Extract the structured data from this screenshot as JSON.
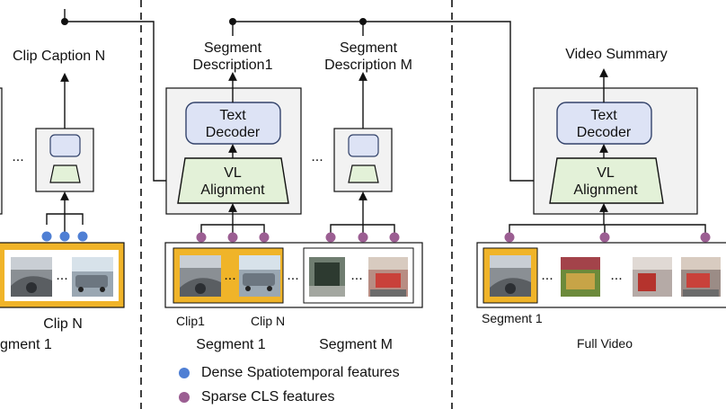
{
  "colors": {
    "dense": "#4f7fd4",
    "sparse": "#9b5e92",
    "decoder_fill": "#dde3f5",
    "decoder_stroke": "#33436b",
    "align_fill": "#e3f1d8",
    "module_fill": "#f2f2f2",
    "highlight": "#f0b429"
  },
  "labels": {
    "clip_caption": "Clip Caption N",
    "clip_n": "Clip N",
    "segment_1_cut": "gment 1",
    "seg_desc_1": "Segment\nDescription1",
    "seg_desc_m": "Segment\nDescription M",
    "text_decoder": "Text\nDecoder",
    "vl_alignment": "VL\nAlignment",
    "clip1": "Clip1",
    "clipn": "Clip N",
    "segment_1": "Segment 1",
    "segment_m": "Segment M",
    "video_summary": "Video Summary",
    "text_decoder_2": "Text\nDecoder",
    "vl_alignment_2": "VL\nAlignment",
    "segment_1_small": "Segment 1",
    "full_video": "Full Video",
    "ellipsis": "..."
  },
  "legend": [
    {
      "label": "Dense Spatiotemporal features",
      "color_key": "dense"
    },
    {
      "label": "Sparse CLS features",
      "color_key": "sparse"
    }
  ],
  "thumbnail_icons": [
    "car-interior-thumbnail-icon",
    "parking-lot-thumbnail-icon",
    "store-entrance-thumbnail-icon",
    "shopping-cart-thumbnail-icon",
    "produce-aisle-thumbnail-icon",
    "checkout-thumbnail-icon"
  ]
}
